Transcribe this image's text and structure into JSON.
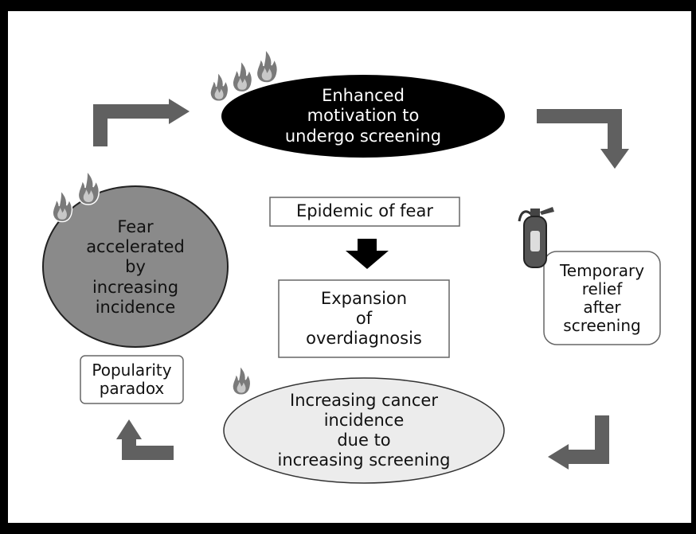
{
  "nodes": {
    "enhanced_motivation": "Enhanced\nmotivation to\nundergo screening",
    "temporary_relief": "Temporary\nrelief\nafter\nscreening",
    "increasing_incidence": "Increasing cancer\nincidence\ndue to\nincreasing screening",
    "fear_accelerated": "Fear\naccelerated\nby\nincreasing\nincidence",
    "popularity_paradox": "Popularity\nparadox",
    "epidemic_of_fear": "Epidemic of fear",
    "expansion_overdiagnosis": "Expansion\nof\noverdiagnosis"
  },
  "colors": {
    "frame": "#000000",
    "arrow": "#606060",
    "motivation_fill": "#000000",
    "fear_fill": "#8a8a8a",
    "incidence_fill": "#ececec",
    "flame": "#7a7a7a"
  },
  "icons": [
    "flame-icon",
    "fire-extinguisher-icon",
    "down-arrow-icon"
  ]
}
